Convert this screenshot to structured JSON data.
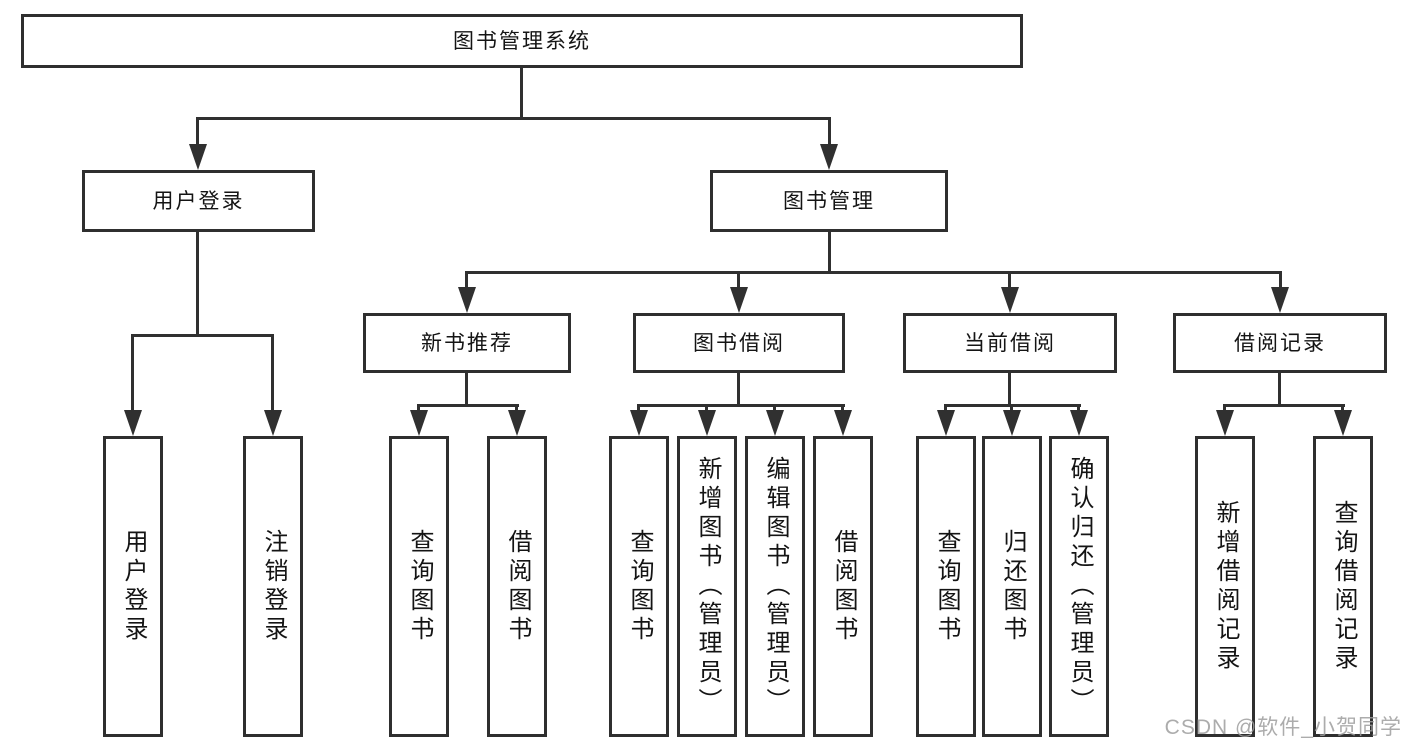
{
  "diagram": {
    "root": {
      "label": "图书管理系统"
    },
    "branches": [
      {
        "label": "用户登录",
        "children": [
          {
            "label": "用户登录"
          },
          {
            "label": "注销登录"
          }
        ]
      },
      {
        "label": "图书管理",
        "children": [
          {
            "label": "新书推荐",
            "children": [
              {
                "label": "查询图书"
              },
              {
                "label": "借阅图书"
              }
            ]
          },
          {
            "label": "图书借阅",
            "children": [
              {
                "label": "查询图书"
              },
              {
                "label": "新增图书（管理员）"
              },
              {
                "label": "编辑图书（管理员）"
              },
              {
                "label": "借阅图书"
              }
            ]
          },
          {
            "label": "当前借阅",
            "children": [
              {
                "label": "查询图书"
              },
              {
                "label": "归还图书"
              },
              {
                "label": "确认归还（管理员）"
              }
            ]
          },
          {
            "label": "借阅记录",
            "children": [
              {
                "label": "新增借阅记录"
              },
              {
                "label": "查询借阅记录"
              }
            ]
          }
        ]
      }
    ]
  },
  "watermark": {
    "text": "CSDN @软件_小贺同学"
  },
  "colors": {
    "line": "#303030",
    "border": "#2f2f2f",
    "text": "#141414",
    "watermark": "#9e9e9e"
  }
}
